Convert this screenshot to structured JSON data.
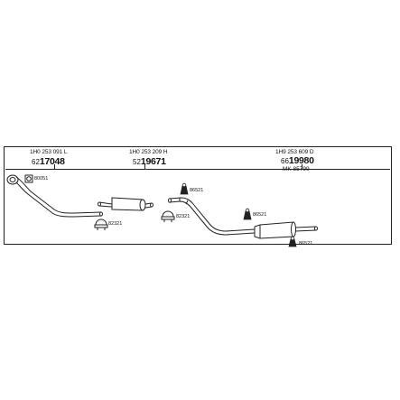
{
  "part_groups": [
    {
      "oe_ref": "1H0 253 091 L",
      "code_prefix": "62",
      "code_main": "17048"
    },
    {
      "oe_ref": "1H0 253 209 H",
      "code_prefix": "52",
      "code_main": "19671"
    },
    {
      "oe_ref": "1H9 253 609 D",
      "code_prefix": "66",
      "code_main": "19980",
      "extra": "MK  85799"
    }
  ],
  "callouts": {
    "gasket": "80051",
    "clamp_1": "82321",
    "clamp_2": "82321",
    "hanger_1": "86521",
    "hanger_2": "86521",
    "hanger_3": "86521"
  }
}
